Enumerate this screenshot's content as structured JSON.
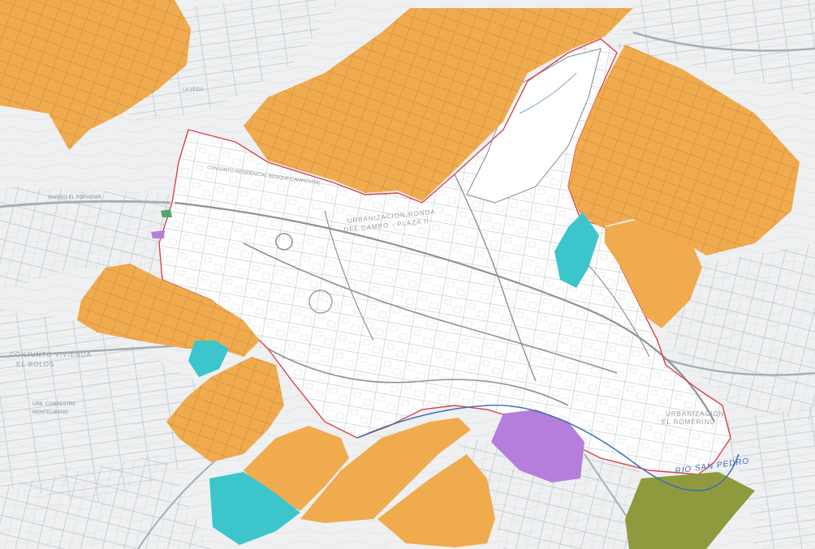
{
  "map": {
    "colors": {
      "background": "#eef0f1",
      "urban_area": "#ffffff",
      "zone_orange": "#f0ab4f",
      "zone_cyan": "#3cc6cc",
      "zone_purple": "#b57edc",
      "zone_olive": "#8f9a3e",
      "zone_green": "#4fa86a",
      "boundary": "#d9434b",
      "streets": "#b9bec3",
      "water": "#3d6fb6"
    },
    "labels": {
      "river": "RIO SAN PEDRO",
      "urbanizacion_right": "URBANIZACION",
      "urbanizacion_right2": "EL ROMERINO",
      "urbanizacion_center": "URBANIZACION RONDA",
      "urbanizacion_center2": "DEL CAMPO - PLAZA II",
      "conjunto_top": "CONJUNTO RESIDENCIAL BOSQUE CAMPESTRE",
      "conjunto_left": "CONJUNTO VIVIENDA",
      "conjunto_left2": "EL BOLOS",
      "barrio_left": "BARRIO EL PORVENIR",
      "la_vega": "LA VEGA",
      "urb_bottom_left": "URB. CAMPESTRE",
      "urb_bottom_left2": "MONTELIBANO"
    }
  }
}
